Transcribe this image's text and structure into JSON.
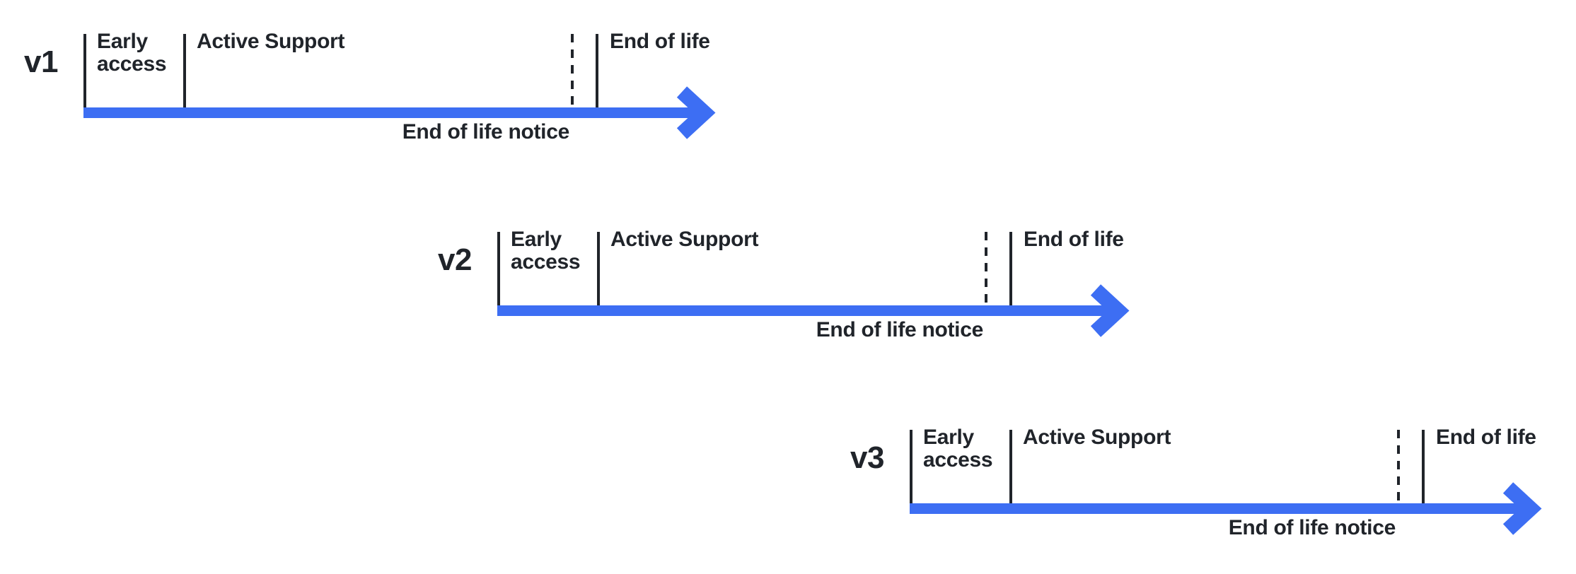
{
  "diagram": {
    "colors": {
      "background": "#ffffff",
      "arrow_blue": "#3d6ef3",
      "ink": "#20242a"
    },
    "rows": [
      {
        "version": "v1",
        "phases": [
          "Early access",
          "Active Support",
          "End of life"
        ],
        "notice": "End of life notice"
      },
      {
        "version": "v2",
        "phases": [
          "Early access",
          "Active Support",
          "End of life"
        ],
        "notice": "End of life notice"
      },
      {
        "version": "v3",
        "phases": [
          "Early access",
          "Active Support",
          "End of life"
        ],
        "notice": "End of life notice"
      }
    ]
  }
}
